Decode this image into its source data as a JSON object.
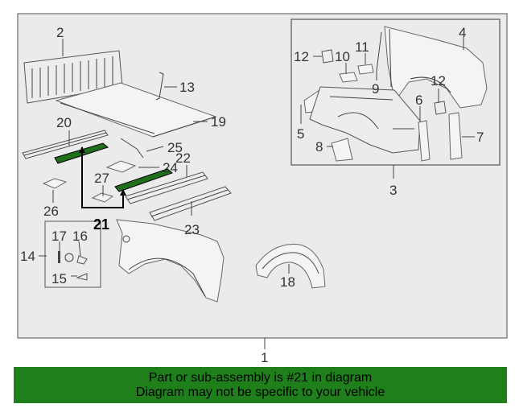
{
  "diagram": {
    "labels": {
      "p1": "1",
      "p2": "2",
      "p3": "3",
      "p4": "4",
      "p5": "5",
      "p6": "6",
      "p7": "7",
      "p8": "8",
      "p9": "9",
      "p10": "10",
      "p11": "11",
      "p12a": "12",
      "p12b": "12",
      "p13": "13",
      "p14": "14",
      "p15": "15",
      "p16": "16",
      "p17": "17",
      "p18": "18",
      "p19": "19",
      "p20": "20",
      "p21": "21",
      "p22": "22",
      "p23": "23",
      "p24": "24",
      "p25": "25",
      "p26": "26",
      "p27": "27"
    },
    "highlight_color": "#1f7f1b"
  },
  "banner": {
    "line1": "Part or sub-assembly is #21 in diagram",
    "line2": "Diagram may not be specific to your vehicle"
  }
}
